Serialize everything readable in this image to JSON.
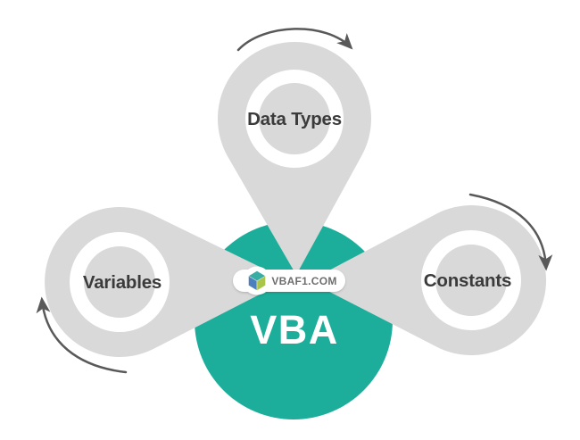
{
  "diagram": {
    "title": "VBA",
    "center_label": "VBA",
    "nodes": [
      {
        "id": "data-types",
        "label": "Data Types",
        "position": "top"
      },
      {
        "id": "variables",
        "label": "Variables",
        "position": "left"
      },
      {
        "id": "constants",
        "label": "Constants",
        "position": "right"
      }
    ],
    "watermark": {
      "text": "VBAF1.COM",
      "icon": "cube-3d-logo-icon"
    },
    "arrows": [
      {
        "name": "rotation-arrow-top",
        "direction": "clockwise"
      },
      {
        "name": "rotation-arrow-right",
        "direction": "clockwise"
      },
      {
        "name": "rotation-arrow-left",
        "direction": "counterclockwise"
      }
    ],
    "colors": {
      "teal": "#1CAE9B",
      "petal_gray": "#D9D9D9",
      "ring_white": "#FFFFFF",
      "arrow_gray": "#595959",
      "label_text": "#3B3B3B",
      "vba_text": "#FFFFFF",
      "watermark_text": "#6E6E6E",
      "background": "#FFFFFF",
      "cube_top": "#38ADA3",
      "cube_left": "#4B7FBE",
      "cube_right": "#A9C64A"
    }
  }
}
